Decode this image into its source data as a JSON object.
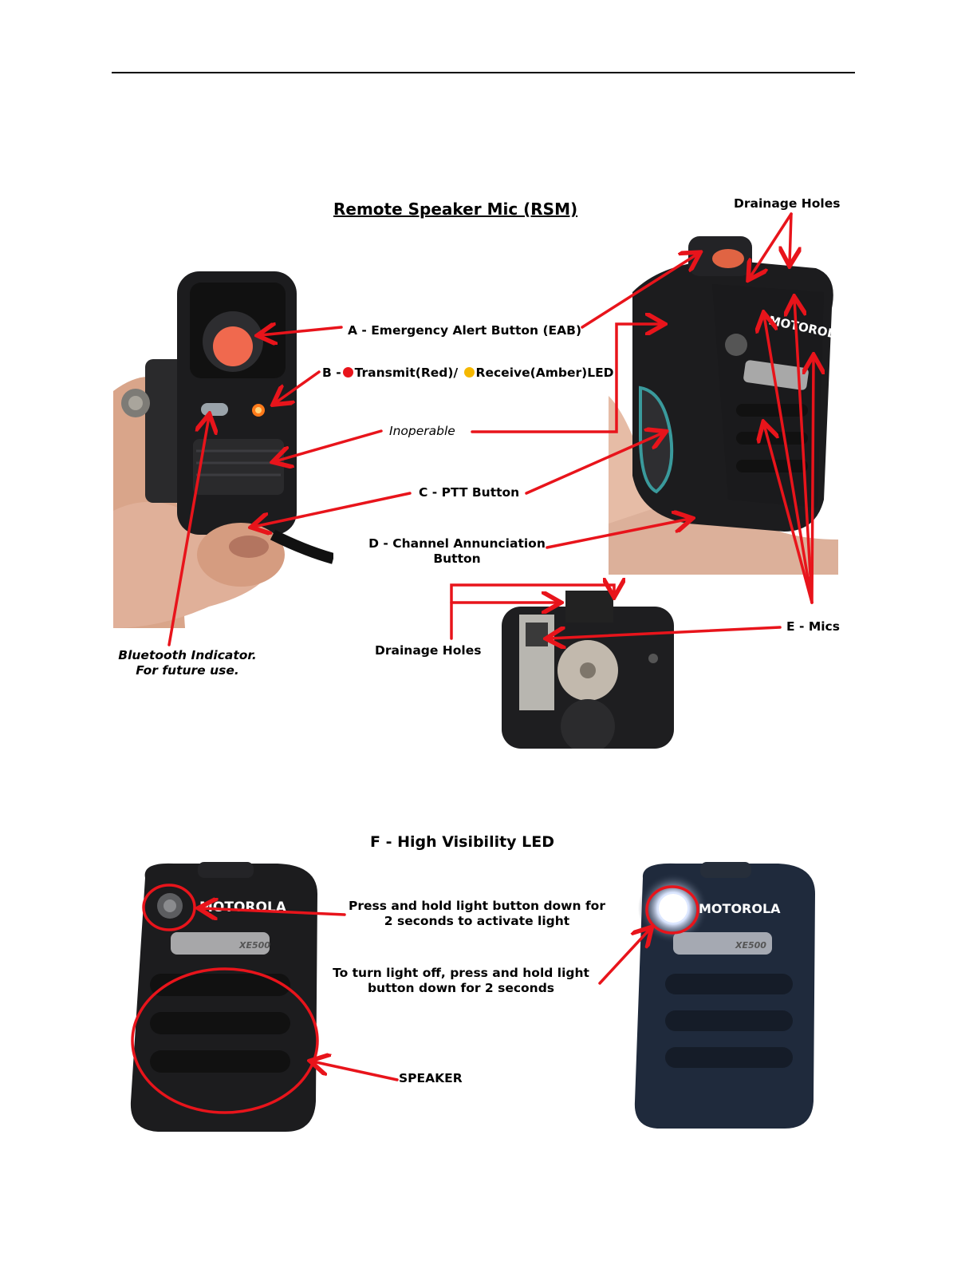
{
  "page": {
    "title": "Remote Speaker Mic (RSM)",
    "section_f_title": "F - High Visibility LED"
  },
  "labels": {
    "drainage_holes_top": "Drainage Holes",
    "label_a": "A - Emergency Alert Button (EAB)",
    "label_b_prefix": "B -",
    "label_b_transmit": "Transmit(Red)/",
    "label_b_receive": "Receive(Amber)LED",
    "inoperable": "Inoperable",
    "label_c": "C - PTT  Button",
    "label_d_line1": "D - Channel  Annunciation",
    "label_d_line2": "Button",
    "label_e": "E - Mics",
    "drainage_holes_bottom": "Drainage Holes",
    "bluetooth_line1": "Bluetooth Indicator.",
    "bluetooth_line2": "For future use.",
    "press_hold_line1": "Press and hold light button down for",
    "press_hold_line2": "2 seconds to activate light",
    "turn_off_line1": "To turn light off, press and hold light",
    "turn_off_line2": "button down for 2 seconds",
    "speaker": "SPEAKER"
  },
  "device": {
    "brand": "MOTOROLA",
    "model": "XE500"
  },
  "colors": {
    "annotation": "#e8141b",
    "led_red": "#e8141b",
    "led_amber": "#f5b800",
    "device_body": "#1c1c1e",
    "eab_button": "#f0694e"
  }
}
